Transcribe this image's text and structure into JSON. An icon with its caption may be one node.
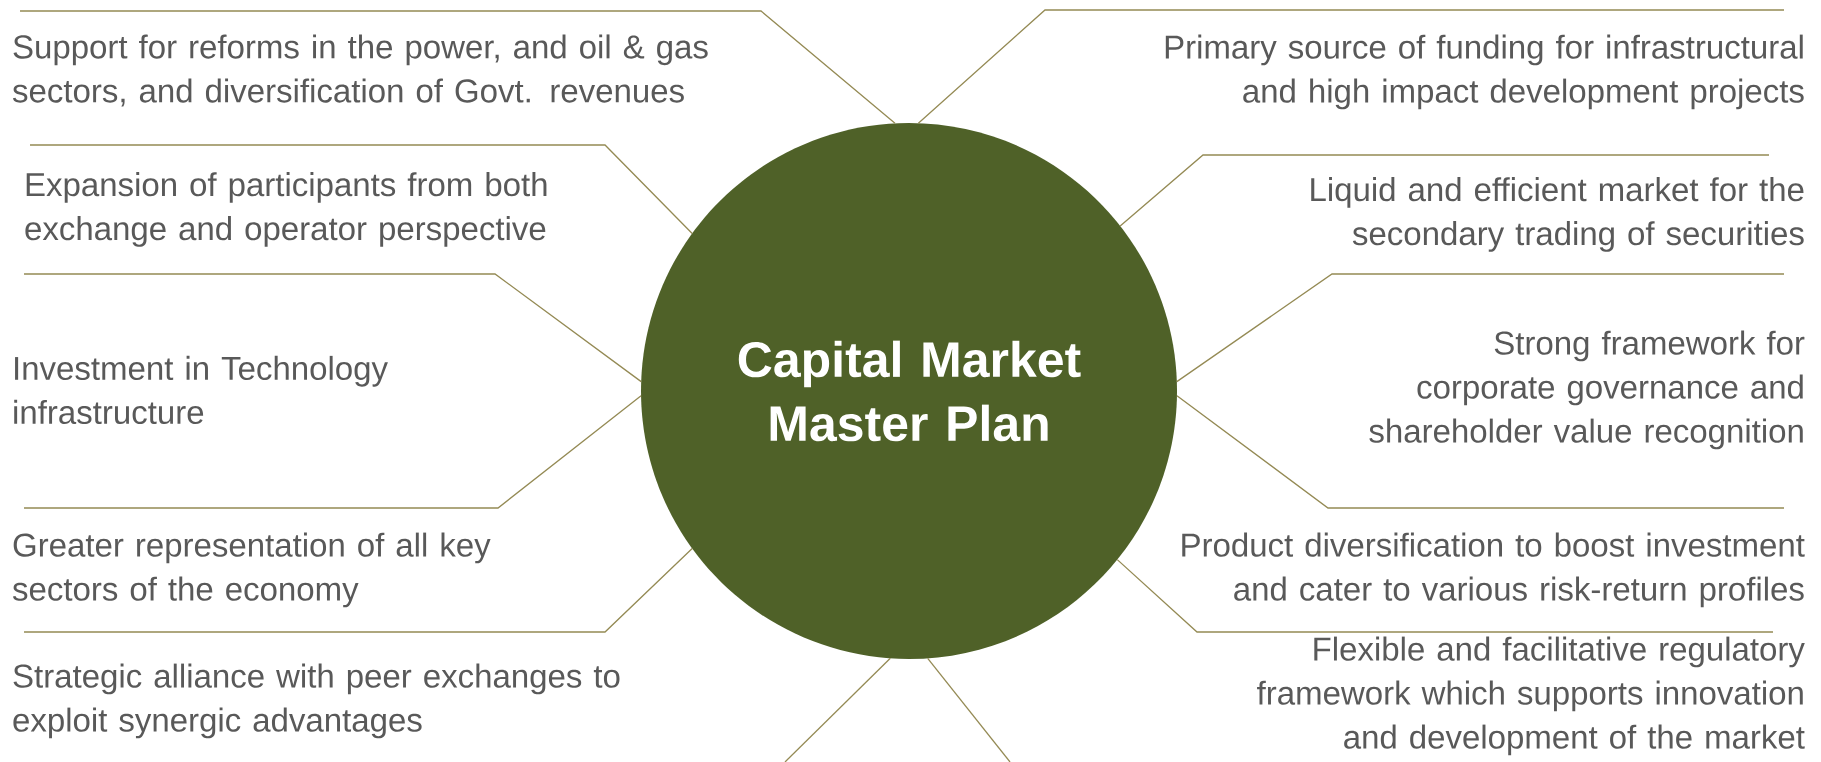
{
  "diagram": {
    "nodes": [
      {
        "text": [
          "Capital Market Master Plan"
        ]
      },
      {
        "text": [
          "Support for reforms in the power, and oil & gas sectors, and diversification of Govt. revenues"
        ]
      },
      {
        "text": [
          "Expansion of participants from both exchange and operator perspective"
        ]
      },
      {
        "text": [
          "Investment in Technology infrastructure"
        ]
      },
      {
        "text": [
          "Greater representation of all key sectors of the economy"
        ]
      },
      {
        "text": [
          "Strategic alliance  with peer exchanges to exploit synergic advantages"
        ]
      },
      {
        "text": [
          "Primary source of funding for infrastructural and high impact development projects"
        ]
      },
      {
        "text": [
          "Liquid and efficient market for the secondary trading of securities"
        ]
      },
      {
        "text": [
          "Strong framework for corporate governance and shareholder value recognition"
        ]
      },
      {
        "text": [
          "Product diversification to boost investment and cater to various risk-return profiles"
        ]
      },
      {
        "text": [
          "Flexible and facilitative regulatory framework which supports innovation and development of the market"
        ]
      }
    ],
    "edges": [
      {
        "from": 0,
        "to": 1,
        "arrow": "none"
      },
      {
        "from": 0,
        "to": 2,
        "arrow": "none"
      },
      {
        "from": 0,
        "to": 2,
        "arrow": "none"
      },
      {
        "from": 0,
        "to": 4,
        "arrow": "none"
      },
      {
        "from": 0,
        "to": 4,
        "arrow": "none"
      },
      {
        "from": 0,
        "to": 6,
        "arrow": "none"
      },
      {
        "from": 0,
        "to": 7,
        "arrow": "none"
      },
      {
        "from": 0,
        "to": 7,
        "arrow": "none"
      },
      {
        "from": 0,
        "to": 9,
        "arrow": "none"
      },
      {
        "from": 0,
        "to": 9,
        "arrow": "none"
      },
      {
        "from": 0,
        "to": null,
        "arrow": "none"
      },
      {
        "from": 0,
        "to": null,
        "arrow": "none"
      }
    ]
  }
}
